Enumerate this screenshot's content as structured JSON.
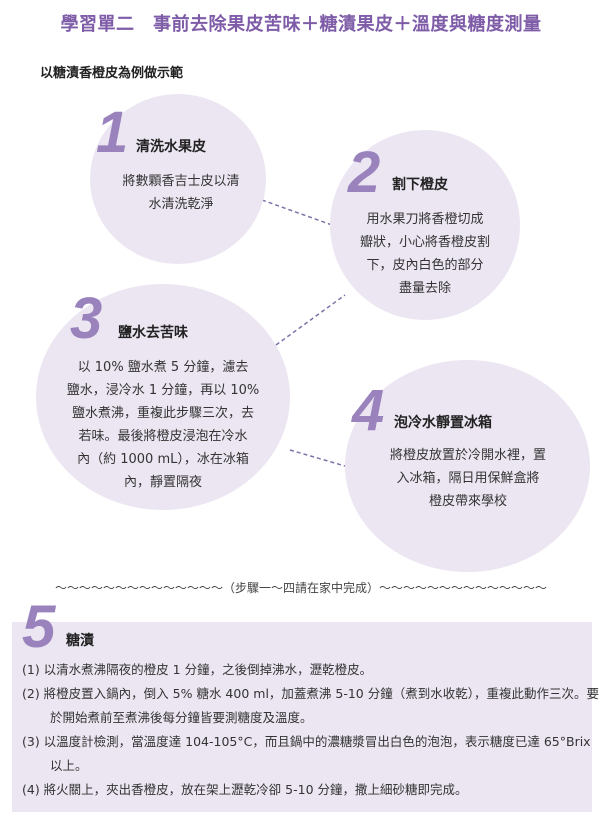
{
  "title": "學習單二　事前去除果皮苦味＋糖漬果皮＋溫度與糖度測量",
  "subtitle": "以糖漬香橙皮為例做示範",
  "steps": [
    {
      "num": "1",
      "title": "清洗水果皮",
      "body": [
        "將數顆香吉士皮以清",
        "水清洗乾淨"
      ]
    },
    {
      "num": "2",
      "title": "割下橙皮",
      "body": [
        "用水果刀將香橙切成",
        "瓣狀，小心將香橙皮割",
        "下，皮內白色的部分",
        "盡量去除"
      ]
    },
    {
      "num": "3",
      "title": "鹽水去苦味",
      "body": [
        "以 10% 鹽水煮 5 分鐘，濾去",
        "鹽水，浸冷水 1 分鐘，再以 10%",
        "鹽水煮沸，重複此步驟三次，去",
        "若味。最後將橙皮浸泡在冷水",
        "內（約 1000 mL），冰在冰箱",
        "內，靜置隔夜"
      ]
    },
    {
      "num": "4",
      "title": "泡冷水靜置冰箱",
      "body": [
        "將橙皮放置於冷開水裡，置",
        "入冰箱，隔日用保鮮盒將",
        "橙皮帶來學校"
      ]
    }
  ],
  "separator": "～～～～～～～～～～～～～～（步驟一～四請在家中完成）～～～～～～～～～～～～～～",
  "step5": {
    "num": "5",
    "title": "糖漬",
    "items": [
      "(1) 以清水煮沸隔夜的橙皮 1 分鐘，之後倒掉沸水，瀝乾橙皮。",
      "(2) 將橙皮置入鍋內，倒入 5% 糖水 400 ml，加蓋煮沸 5-10 分鐘（煮到水收乾），重複此動作三次。要於開始煮前至煮沸後每分鐘皆要測糖度及溫度。",
      "(3) 以溫度計檢測，當溫度達 104-105°C，而且鍋中的濃糖漿冒出白色的泡泡，表示糖度已達 65°Brix 以上。",
      "(4) 將火關上，夾出香橙皮，放在架上瀝乾冷卻 5-10 分鐘，撒上細砂糖即完成。"
    ]
  }
}
